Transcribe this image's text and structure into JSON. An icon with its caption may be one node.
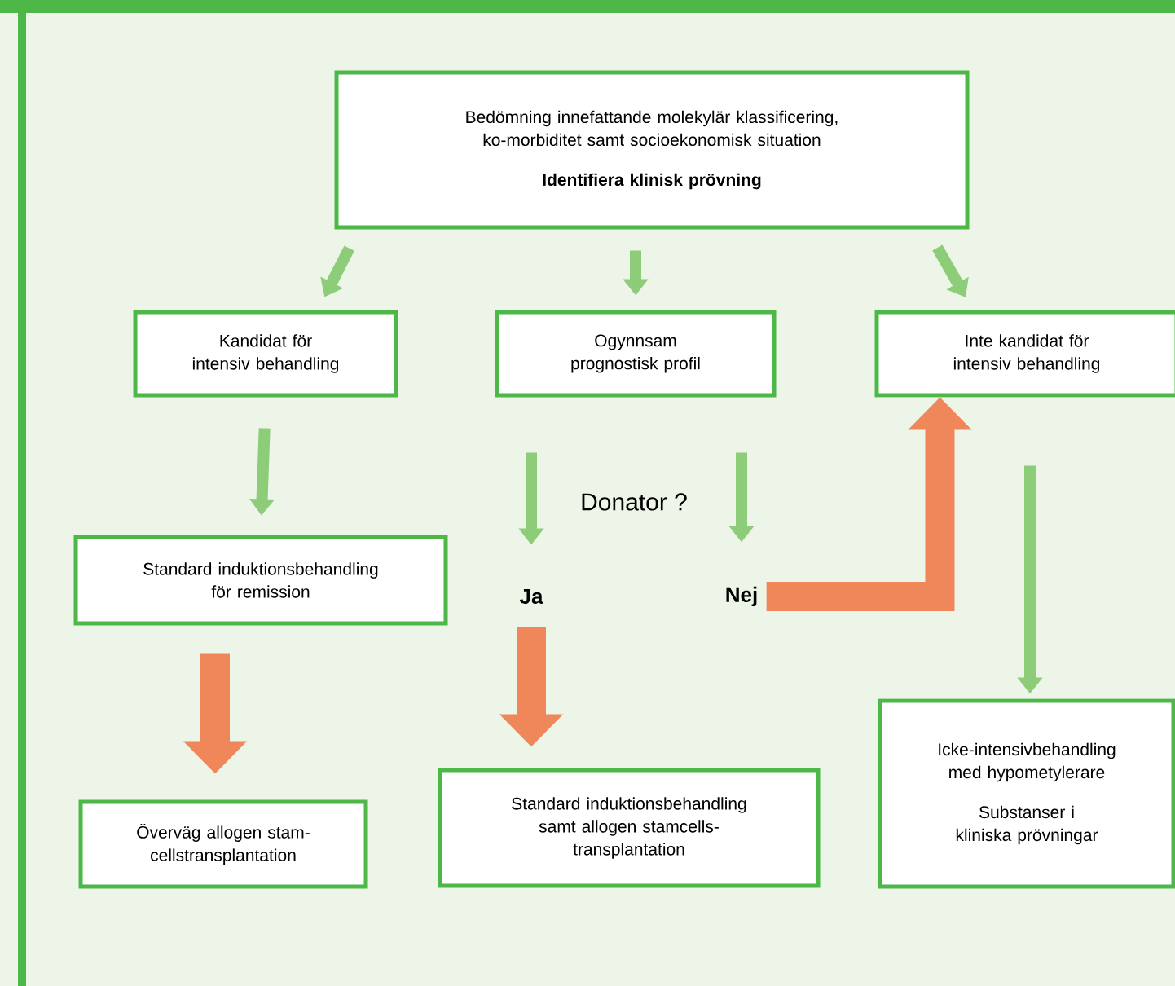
{
  "diagram": {
    "nodes": [
      {
        "text": [
          "Bedömning innefattande molekylär klassificering, ko-morbiditet samt socioekonomisk situation",
          "Identifiera klinisk prövning"
        ]
      },
      {
        "text": [
          "Kandidat för intensiv behandling"
        ]
      },
      {
        "text": [
          "Ogynnsam prognostisk profil"
        ]
      },
      {
        "text": [
          "Inte kandidat för intensiv behandling"
        ]
      },
      {
        "text": [
          "Standard induktionsbehandling för remission"
        ]
      },
      {
        "text": [
          "Ja"
        ]
      },
      {
        "text": [
          "Nej"
        ]
      },
      {
        "text": [
          "Överväg allogen stam-cellstransplantation"
        ]
      },
      {
        "text": [
          "Standard induktionsbehandling samt allogen stamcells-transplantation"
        ]
      },
      {
        "text": [
          "Icke-intensivbehandling med hypometylerare",
          "Substanser i kliniska prövningar"
        ]
      }
    ],
    "edges": [
      {
        "from": 0,
        "to": 1,
        "arrow": "to"
      },
      {
        "from": 0,
        "to": 2,
        "arrow": "to"
      },
      {
        "from": 0,
        "to": 3,
        "arrow": "to"
      },
      {
        "from": 1,
        "to": 4,
        "arrow": "to"
      },
      {
        "from": 2,
        "to": 5,
        "arrow": "to"
      },
      {
        "from": 2,
        "to": 6,
        "arrow": "to"
      },
      {
        "from": 3,
        "to": 9,
        "arrow": "to"
      },
      {
        "from": 4,
        "to": 7,
        "arrow": "to",
        "style": "thick",
        "color": "#f0875a"
      },
      {
        "from": 5,
        "to": 8,
        "arrow": "to",
        "style": "thick",
        "color": "#f0875a"
      },
      {
        "from": 6,
        "to": 3,
        "arrow": "to",
        "style": "thick",
        "color": "#f0875a"
      }
    ],
    "labels": [
      "Donator ?"
    ]
  }
}
